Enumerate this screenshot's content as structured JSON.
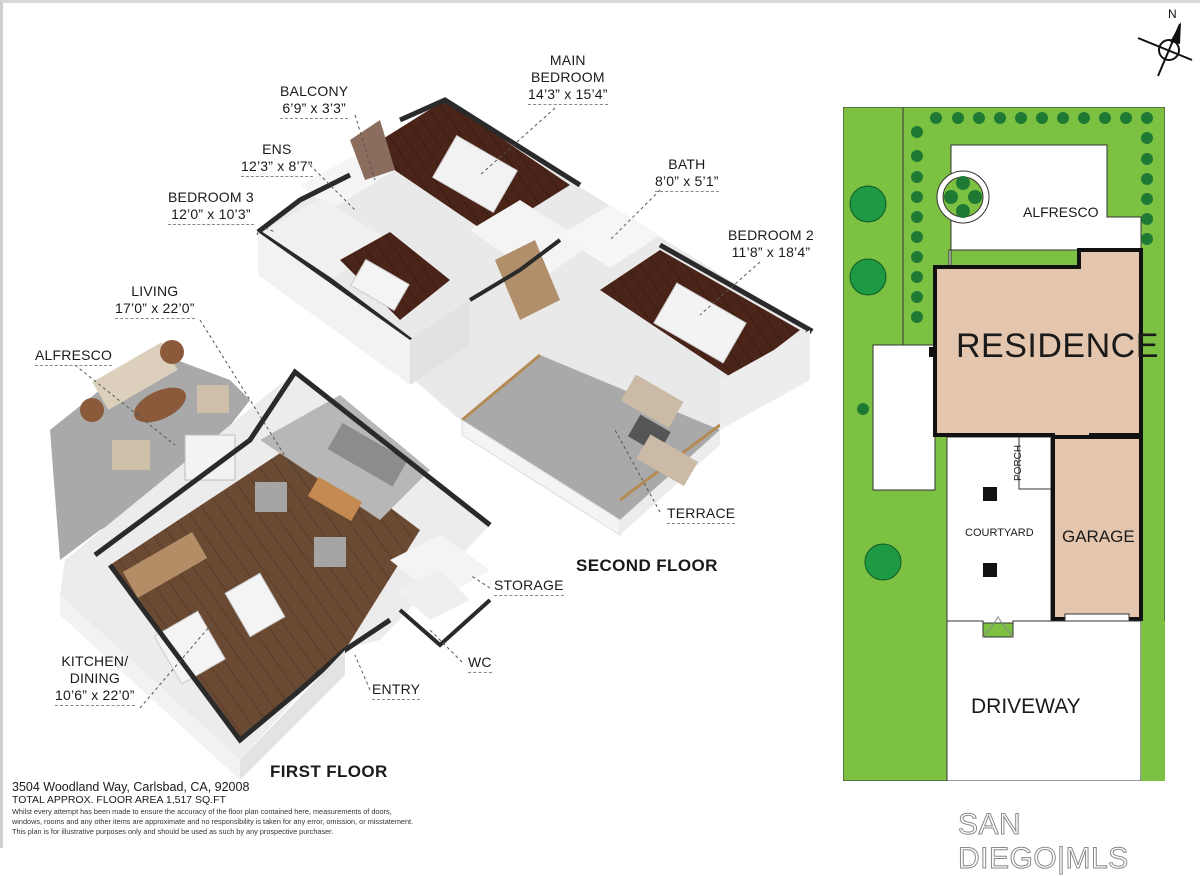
{
  "compass": {
    "label": "N"
  },
  "second_floor": {
    "title": "SECOND FLOOR",
    "rooms": [
      {
        "name": "BALCONY",
        "dims": "6’9” x 3’3”"
      },
      {
        "name": "MAIN BEDROOM",
        "name_line1": "MAIN",
        "name_line2": "BEDROOM",
        "dims": "14’3” x 15’4”"
      },
      {
        "name": "ENS",
        "dims": "12’3” x 8’7”"
      },
      {
        "name": "BEDROOM 3",
        "dims": "12’0” x 10’3”"
      },
      {
        "name": "BATH",
        "dims": "8’0” x 5’1”"
      },
      {
        "name": "BEDROOM 2",
        "dims": "11’8” x 18’4”"
      },
      {
        "name": "TERRACE",
        "dims": ""
      }
    ]
  },
  "first_floor": {
    "title": "FIRST FLOOR",
    "rooms": [
      {
        "name": "LIVING",
        "dims": "17’0” x 22’0”"
      },
      {
        "name": "ALFRESCO",
        "dims": ""
      },
      {
        "name": "KITCHEN/ DINING",
        "name_line1": "KITCHEN/",
        "name_line2": "DINING",
        "dims": "10’6” x 22’0”"
      },
      {
        "name": "ENTRY",
        "dims": ""
      },
      {
        "name": "WC",
        "dims": ""
      },
      {
        "name": "STORAGE",
        "dims": ""
      }
    ]
  },
  "site_plan": {
    "labels": {
      "alfresco": "ALFRESCO",
      "residence": "RESIDENCE",
      "porch": "PORCH",
      "courtyard": "COURTYARD",
      "garage": "GARAGE",
      "driveway": "DRIVEWAY"
    },
    "colors": {
      "lawn": "#7dc142",
      "building": "#e4c5ad",
      "tree": "#1e8a3a",
      "paving": "#ffffff",
      "wall": "#111111"
    }
  },
  "footer": {
    "address": "3504 Woodland Way, Carlsbad, CA, 92008",
    "total_area": "TOTAL APPROX. FLOOR AREA 1,517 SQ.FT",
    "disclaimer_1": "Whilst every attempt has been made to ensure the accuracy of the floor plan contained here, measurements of doors,",
    "disclaimer_2": "windows, rooms and any other items are approximate and no responsibility is taken for any error, omission, or misstatement.",
    "disclaimer_3": "This plan is for illustrative purposes only and should be used as such by any prospective purchaser."
  },
  "watermark": {
    "text": "SAN DIEGO|MLS"
  }
}
